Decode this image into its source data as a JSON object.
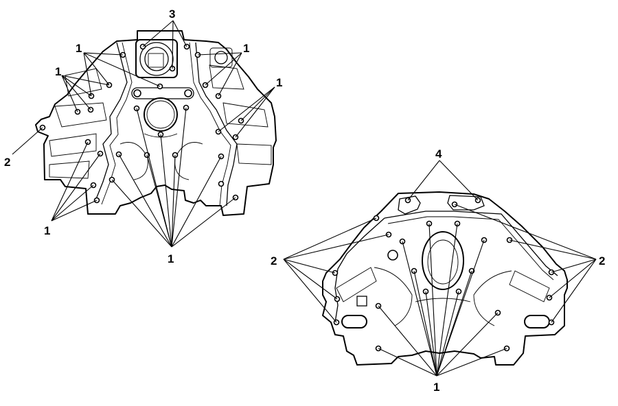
{
  "figure": {
    "left_view": {
      "callouts": [
        {
          "id": "left-label-3-top",
          "text": "3"
        },
        {
          "id": "left-label-1-top-left",
          "text": "1"
        },
        {
          "id": "left-label-1-top-right",
          "text": "1"
        },
        {
          "id": "left-label-1-mid-left",
          "text": "1"
        },
        {
          "id": "left-label-1-mid-right",
          "text": "1"
        },
        {
          "id": "left-label-2-left",
          "text": "2"
        },
        {
          "id": "left-label-1-bottom-left",
          "text": "1"
        },
        {
          "id": "left-label-1-bottom",
          "text": "1"
        }
      ]
    },
    "right_view": {
      "callouts": [
        {
          "id": "right-label-4-top",
          "text": "4"
        },
        {
          "id": "right-label-2-left",
          "text": "2"
        },
        {
          "id": "right-label-2-right",
          "text": "2"
        },
        {
          "id": "right-label-1-bottom",
          "text": "1"
        }
      ]
    }
  }
}
